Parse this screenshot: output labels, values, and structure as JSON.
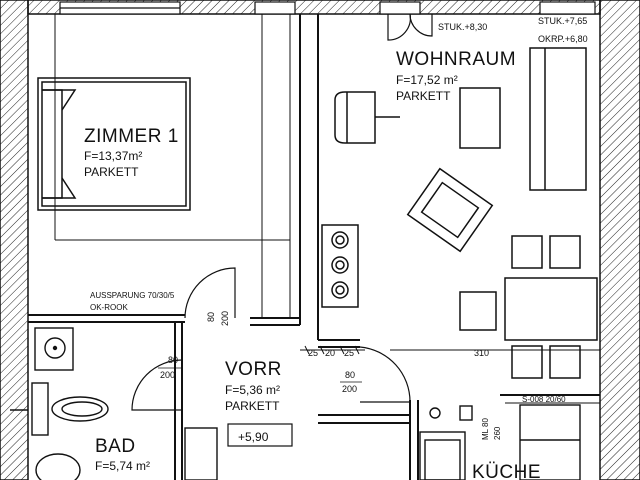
{
  "plan": {
    "rooms": [
      {
        "id": "zimmer1",
        "name": "ZIMMER 1",
        "area": "F=13,37m²",
        "floor": "PARKETT"
      },
      {
        "id": "wohnraum",
        "name": "WOHNRAUM",
        "area": "F=17,52 m²",
        "floor": "PARKETT"
      },
      {
        "id": "vorr",
        "name": "VORR",
        "area": "F=5,36 m²",
        "floor": "PARKETT"
      },
      {
        "id": "bad",
        "name": "BAD",
        "area": "F=5,74 m²"
      },
      {
        "id": "kueche",
        "name": "KÜCHE"
      }
    ],
    "annotations": {
      "stuk_830": "STUK.+8,30",
      "stuk_765": "STUK.+7,65",
      "okrp_680": "OKRP.+6,80",
      "aussparung": "AUSSPARUNG 70/30/5",
      "ok_rohdecke": "OK-ROOK",
      "s008": "S-008 20/60",
      "level_590": "+5,90",
      "dim_310": "310",
      "dim_25a": "25",
      "dim_20": "20",
      "dim_25b": "25",
      "door_80_200_left_w": "80",
      "door_80_200_left_h": "200",
      "door_80_200_vert_w": "80",
      "door_80_200_vert_h": "200",
      "door_80_200_mid_w": "80",
      "door_80_200_mid_h": "200",
      "m80": "ML 80",
      "m260": "260"
    }
  }
}
